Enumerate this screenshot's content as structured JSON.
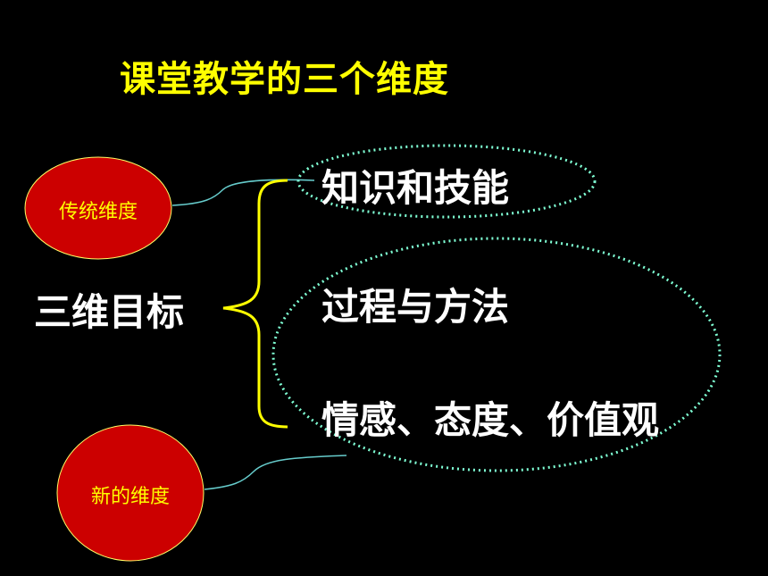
{
  "slide": {
    "title": "课堂教学的三个维度",
    "traditional_node": "传统维度",
    "new_node": "新的维度",
    "main_label": "三维目标",
    "items": [
      {
        "label": "知识和技能"
      },
      {
        "label": "过程与方法"
      },
      {
        "label": "情感、态度、价值观"
      }
    ]
  },
  "colors": {
    "background": "#000000",
    "title": "#FFFF00",
    "node_fill": "#CC0000",
    "node_text": "#FFFF00",
    "brace": "#FFFF00",
    "dotted_ellipse": "#7FFFD4",
    "connector": "#66CCCC",
    "main_text": "#FFFFFF"
  }
}
